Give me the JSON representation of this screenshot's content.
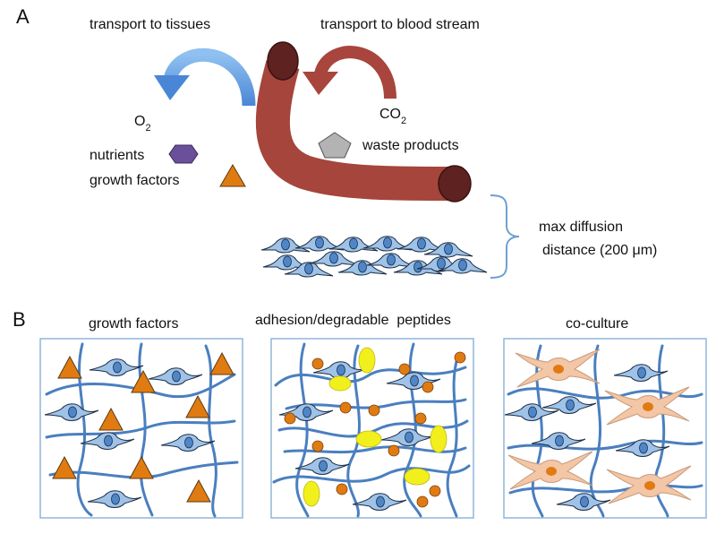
{
  "panel_a": {
    "label": "A",
    "transport_tissues": "transport to tissues",
    "transport_blood": "transport to blood stream",
    "o2": "O",
    "o2_sub": "2",
    "co2": "CO",
    "co2_sub": "2",
    "nutrients": "nutrients",
    "growth_factors": "growth factors",
    "waste_products": "waste products",
    "max_diffusion_line1": "max diffusion",
    "max_diffusion_line2": "distance (200 μm)"
  },
  "panel_b": {
    "label": "B",
    "box_titles": [
      "growth factors",
      "adhesion/degradable  peptides",
      "co-culture"
    ]
  },
  "colors": {
    "vessel": "#a5453b",
    "vessel_end": "#5e2220",
    "blue_arrow": "#5f9be0",
    "red_arrow": "#a8453c",
    "cell_fill": "#9fc3e8",
    "cell_nucleus": "#4f86c8",
    "fiber": "#4a7fbf",
    "triangle": "#e07b12",
    "hexagon": "#6a4f9a",
    "pentagon": "#b3b3b3",
    "peptide_orange": "#e07b12",
    "peptide_yellow": "#f2f01c",
    "stellate_cell": "#f3c6a6",
    "box_border": "#8fb6dc",
    "bracket": "#6f9fd0"
  }
}
